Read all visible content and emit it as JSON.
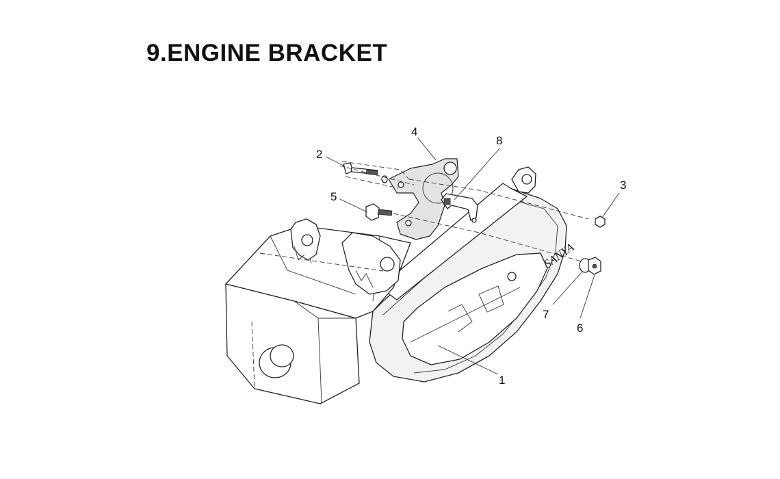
{
  "title": "9.ENGINE BRACKET",
  "callouts": [
    {
      "id": "engine",
      "label": "1"
    },
    {
      "id": "bolt-long",
      "label": "2"
    },
    {
      "id": "nut-small",
      "label": "3"
    },
    {
      "id": "bracket",
      "label": "4"
    },
    {
      "id": "bolt-short",
      "label": "5"
    },
    {
      "id": "nut-flange",
      "label": "6"
    },
    {
      "id": "washer",
      "label": "7"
    },
    {
      "id": "clip",
      "label": "8"
    }
  ],
  "case_logo_text": "SANYA"
}
